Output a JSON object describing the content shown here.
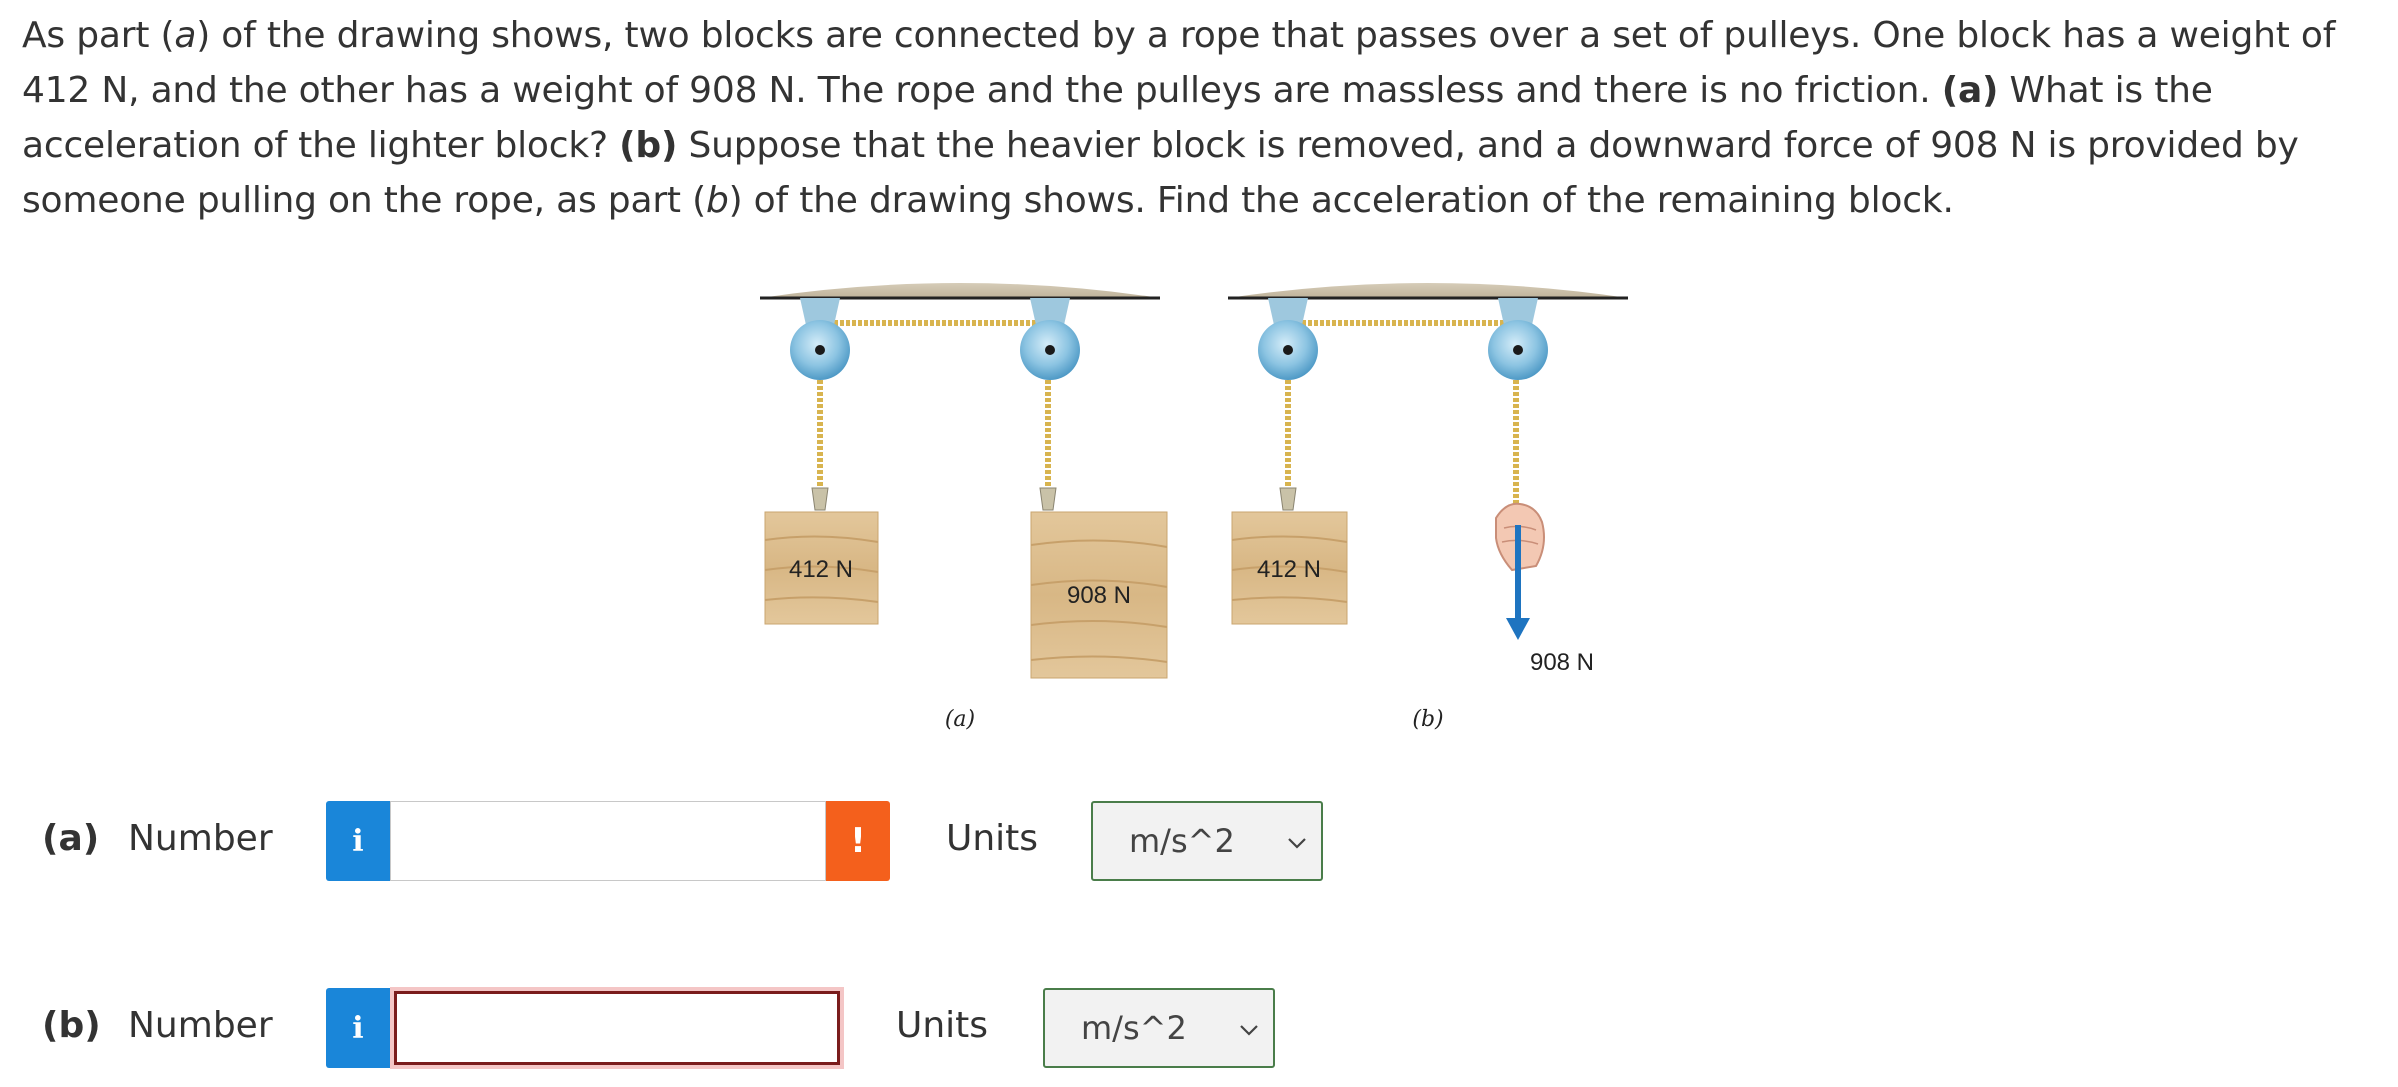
{
  "question": {
    "s1": "As part (",
    "s1i": "a",
    "s2": ") of the drawing shows, two blocks are connected by a rope that passes over a set of pulleys. One block has a weight of 412 N, and the other has a weight of 908 N. The rope and the pulleys are massless and there is no friction. ",
    "s3b": "(a)",
    "s4": " What is the acceleration of the lighter block? ",
    "s5b": "(b)",
    "s6": " Suppose that the heavier block is removed, and a downward force of 908 N is provided by someone pulling on the rope, as part (",
    "s6i": "b",
    "s7": ") of the drawing shows. Find the acceleration of the remaining block."
  },
  "figure": {
    "block_light_a": "412 N",
    "block_heavy_a": "908 N",
    "block_light_b": "412 N",
    "force_b": "908 N",
    "caption_a": "(a)",
    "caption_b": "(b)"
  },
  "answers": [
    {
      "part": "(a)",
      "number_label": "Number",
      "info_icon": "i",
      "value": "",
      "warning_icon": "!",
      "units_label": "Units",
      "unit": "m/s^2"
    },
    {
      "part": "(b)",
      "number_label": "Number",
      "info_icon": "i",
      "value": "",
      "units_label": "Units",
      "unit": "m/s^2"
    }
  ],
  "colors": {
    "info_blue": "#1a86d9",
    "warning_orange": "#f4601c",
    "select_border": "#4a7d4a",
    "invalid_border": "#7a1c1c"
  }
}
